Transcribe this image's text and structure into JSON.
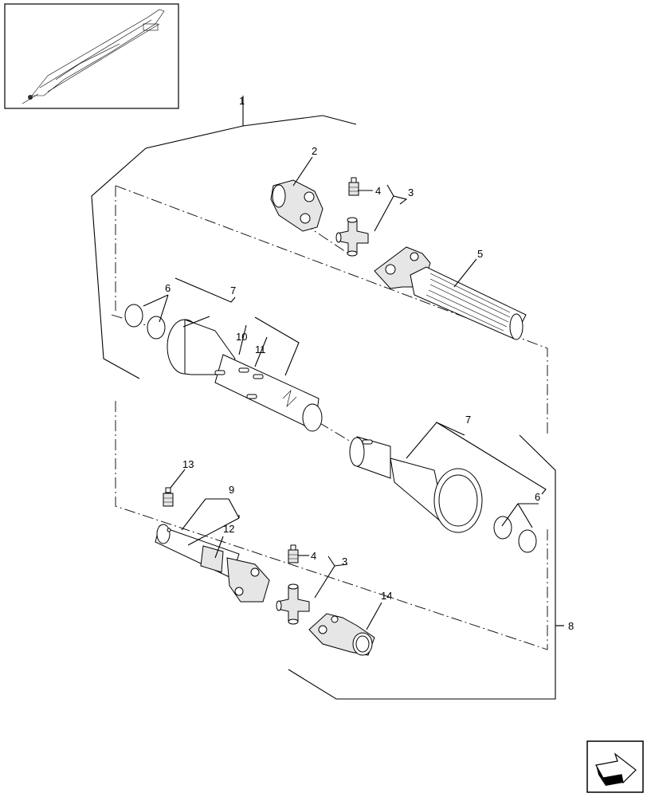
{
  "callouts": {
    "c1": "1",
    "c2": "2",
    "c3a": "3",
    "c3b": "3",
    "c4a": "4",
    "c4b": "4",
    "c5": "5",
    "c6a": "6",
    "c6b": "6",
    "c7a": "7",
    "c7b": "7",
    "c8": "8",
    "c9": "9",
    "c10": "10",
    "c11": "11",
    "c12": "12",
    "c13": "13",
    "c14": "14"
  },
  "thumbnail": {
    "icon": "machine-overview-thumbnail"
  },
  "navigation": {
    "icon": "next-page-arrow-icon"
  }
}
